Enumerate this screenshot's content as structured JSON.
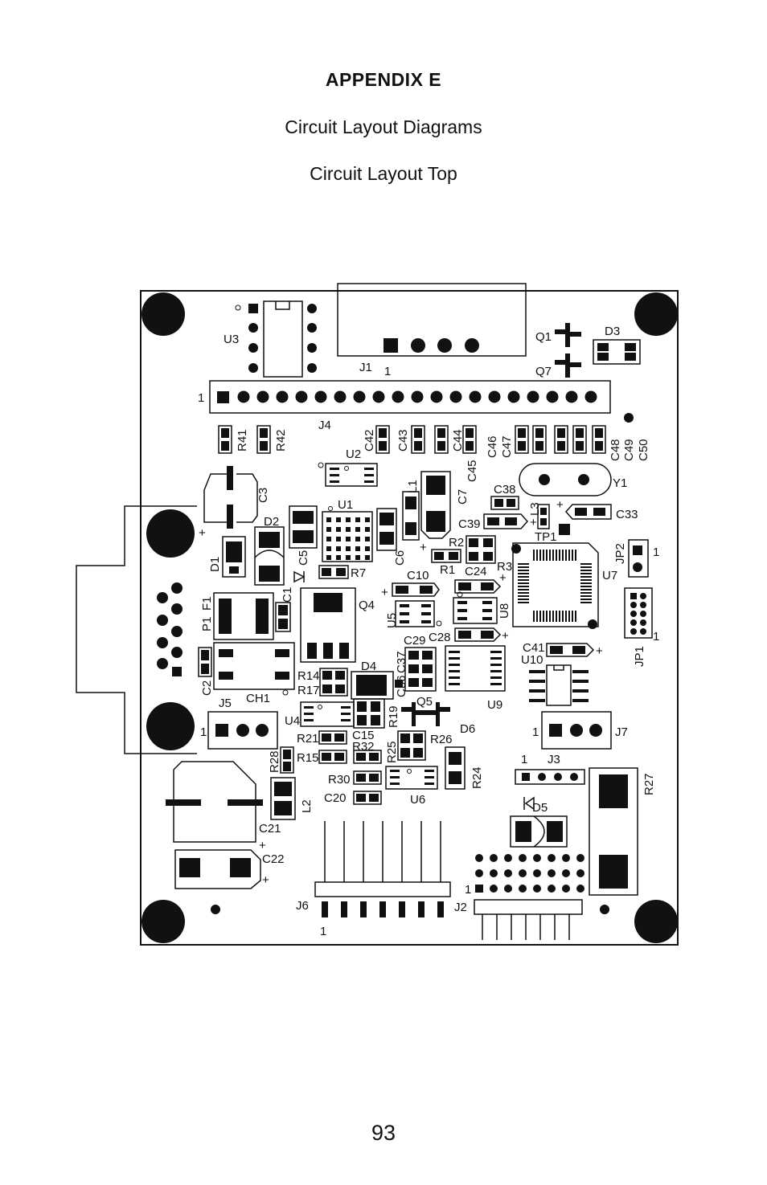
{
  "header": {
    "appendix": "APPENDIX E",
    "subtitle": "Circuit Layout Diagrams",
    "section": "Circuit Layout Top"
  },
  "page_number": "93",
  "board": {
    "labels": {
      "U3": "U3",
      "J1": "J1",
      "one_j1": "1",
      "Q1": "Q1",
      "Q7": "Q7",
      "D3": "D3",
      "one_j4": "1",
      "J4": "J4",
      "R41": "R41",
      "R42": "R42",
      "C42": "C42",
      "C43": "C43",
      "C44": "C44",
      "C45": "C45",
      "C46": "C46",
      "C47": "C47",
      "C48": "C48",
      "C49": "C49",
      "C50": "C50",
      "U2": "U2",
      "C3": "C3",
      "L1": "L1",
      "C7": "C7",
      "C38": "C38",
      "L3": "L3",
      "Y1": "Y1",
      "C33": "C33",
      "U1": "U1",
      "D2": "D2",
      "C5": "C5",
      "C6": "C6",
      "C39": "C39",
      "TP1": "TP1",
      "R2": "R2",
      "R3": "R3",
      "JP2": "JP2",
      "one_jp2": "1",
      "D1": "D1",
      "R7": "R7",
      "R1": "R1",
      "C10": "C10",
      "C24": "C24",
      "U7": "U7",
      "F1": "F1",
      "P1": "P1",
      "C1": "C1",
      "Q4": "Q4",
      "U5": "U5",
      "U8": "U8",
      "C29": "C29",
      "C28": "C28",
      "JP1": "JP1",
      "one_jp1": "1",
      "C41": "C41",
      "U10": "U10",
      "C2": "C2",
      "D4": "D4",
      "C37": "C37",
      "R14": "R14",
      "R17": "R17",
      "C36": "C36",
      "CH1": "CH1",
      "U9": "U9",
      "J5": "J5",
      "U4": "U4",
      "Q5": "Q5",
      "one_j5": "1",
      "R19": "R19",
      "D6": "D6",
      "one_j7": "1",
      "J7": "J7",
      "R21": "R21",
      "C15": "C15",
      "R32": "R32",
      "R26": "R26",
      "R28": "R28",
      "R15": "R15",
      "R25": "R25",
      "one_j3": "1",
      "J3": "J3",
      "R30": "R30",
      "R24": "R24",
      "R27": "R27",
      "C20": "C20",
      "U6": "U6",
      "L2": "L2",
      "D5": "D5",
      "C21": "C21",
      "C22": "C22",
      "J6": "J6",
      "one_j2": "1",
      "J2": "J2",
      "one_j6": "1",
      "plus": "+"
    }
  }
}
